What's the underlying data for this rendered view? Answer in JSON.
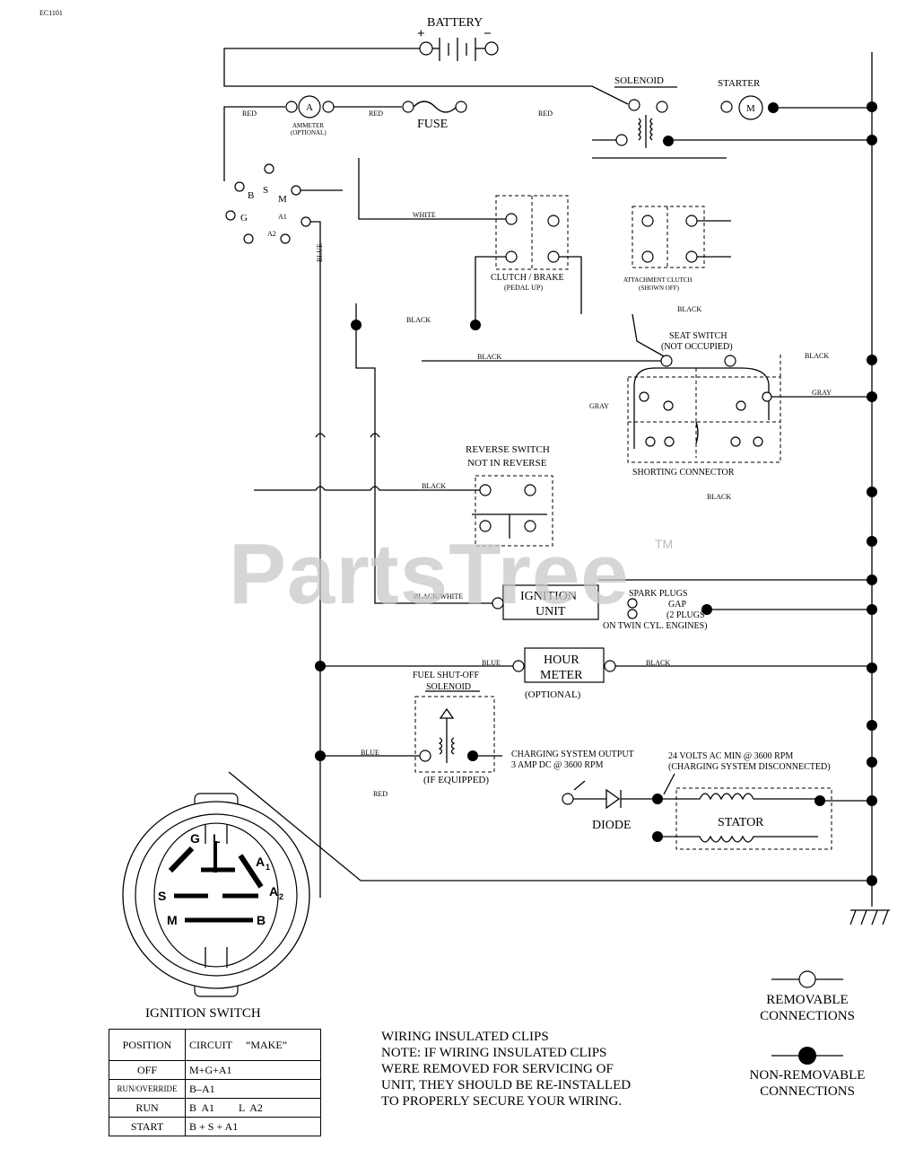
{
  "doc_id": "EC1101",
  "components": {
    "battery": "BATTERY",
    "battery_plus": "+",
    "battery_minus": "−",
    "solenoid": "SOLENOID",
    "starter": "STARTER",
    "starter_m": "M",
    "ammeter_a": "A",
    "ammeter": "AMMETER",
    "ammeter_note": "(OPTIONAL)",
    "fuse": "FUSE",
    "clutch_brake": "CLUTCH / BRAKE",
    "clutch_brake_note": "(PEDAL UP)",
    "attachment_clutch": "ATTACHMENT CLUTCH",
    "attachment_clutch_note": "(SHOWN OFF)",
    "seat_switch": "SEAT SWITCH",
    "seat_switch_note": "(NOT OCCUPIED)",
    "shorting_connector": "SHORTING CONNECTOR",
    "reverse_switch": "REVERSE SWITCH",
    "reverse_switch_note": "NOT IN REVERSE",
    "ignition_unit_1": "IGNITION",
    "ignition_unit_2": "UNIT",
    "spark_plugs_1": "SPARK PLUGS",
    "spark_plugs_2": "GAP",
    "spark_plugs_3": "(2 PLUGS",
    "spark_plugs_4": "ON TWIN CYL. ENGINES)",
    "hour_meter_1": "HOUR",
    "hour_meter_2": "METER",
    "hour_meter_note": "(OPTIONAL)",
    "fuel_solenoid_1": "FUEL SHUT-OFF",
    "fuel_solenoid_2": "SOLENOID",
    "fuel_solenoid_note": "(IF EQUIPPED)",
    "charging_output_1": "CHARGING SYSTEM OUTPUT",
    "charging_output_2": "3 AMP DC @ 3600 RPM",
    "ac_volts_1": "24 VOLTS AC MIN @ 3600 RPM",
    "ac_volts_2": "(CHARGING SYSTEM DISCONNECTED)",
    "diode": "DIODE",
    "stator": "STATOR",
    "ignition_switch": "IGNITION SWITCH"
  },
  "switch_terminals": {
    "b": "B",
    "s": "S",
    "m": "M",
    "g": "G",
    "a1": "A1",
    "a2": "A2",
    "face_g": "G",
    "face_l": "L",
    "face_a": "A",
    "face_a1_sub": "1",
    "face_a2_sub": "2",
    "face_s": "S",
    "face_m": "M",
    "face_b": "B"
  },
  "wires": {
    "red1": "RED",
    "red2": "RED",
    "red3": "RED",
    "red4": "RED",
    "white": "WHITE",
    "blue_v": "BLUE",
    "black1": "BLACK",
    "black2": "BLACK",
    "black3": "BLACK",
    "black4": "BLACK",
    "black5": "BLACK",
    "black6": "BLACK",
    "gray1": "GRAY",
    "gray2": "GRAY",
    "black_white": "BLACK/WHITE",
    "blue1": "BLUE",
    "blue2": "BLUE",
    "black_hm": "BLACK"
  },
  "table": {
    "headers": [
      "POSITION",
      "CIRCUIT",
      "“MAKE”"
    ],
    "rows": [
      {
        "position": "OFF",
        "circuit": "M+G+A1"
      },
      {
        "position": "RUN/OVERRIDE",
        "circuit": "B–A1"
      },
      {
        "position": "RUN",
        "circuit": "B  A1         L  A2"
      },
      {
        "position": "START",
        "circuit": "B + S + A1"
      }
    ]
  },
  "note": {
    "line1": "WIRING INSULATED CLIPS",
    "line2": "NOTE: IF WIRING INSULATED CLIPS",
    "line3": "WERE REMOVED FOR SERVICING OF",
    "line4": "UNIT, THEY SHOULD BE RE-INSTALLED",
    "line5": "TO PROPERLY SECURE YOUR WIRING."
  },
  "legend": {
    "removable_1": "REMOVABLE",
    "removable_2": "CONNECTIONS",
    "nonremovable_1": "NON-REMOVABLE",
    "nonremovable_2": "CONNECTIONS"
  },
  "watermark": "PartsTree",
  "watermark_tm": "TM"
}
